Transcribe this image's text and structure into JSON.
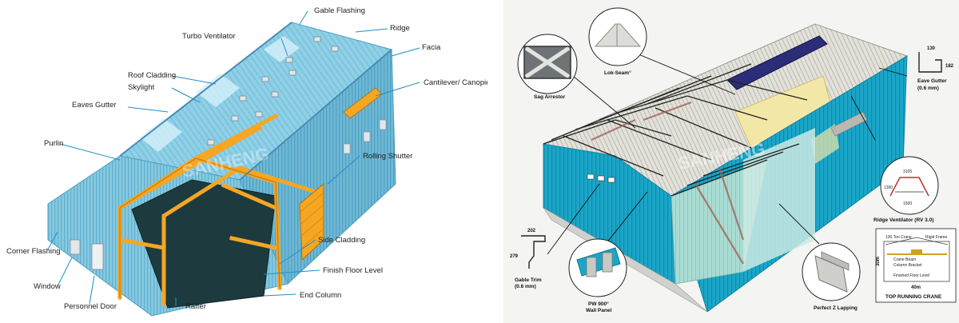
{
  "left_diagram": {
    "watermark": "SANHENG",
    "labels": {
      "gable_flashing": "Gable Flashing",
      "turbo_ventilator": "Turbo Ventilator",
      "ridge": "Ridge",
      "facia": "Facia",
      "roof_cladding": "Roof Cladding",
      "skylight": "Skylight",
      "cantilever_canopies": "Cantilever/ Canopies",
      "eaves_gutter": "Eaves Gutter",
      "purlin": "Purlin",
      "rolling_shutter": "Rolling Shutter",
      "corner_flashing": "Corner Flashing",
      "side_cladding": "Side Cladding",
      "finish_floor_level": "Finish Floor Level",
      "window": "Window",
      "end_column": "End Column",
      "personnel_door": "Personnel Door",
      "rafter": "Rafter"
    },
    "colors": {
      "cladding": "#7fc6df",
      "steel": "#f5a623",
      "callout": "#1f8fc8"
    }
  },
  "right_diagram": {
    "watermark": "SANHENG",
    "labels": {
      "sag_arrestor": "Sag Arrestor",
      "lok_seam": "Lok-Seam°",
      "eave_gutter": "Eave Gutter",
      "eave_gutter_thickness": "(0.6 mm)",
      "ridge_ventilator": "Ridge Ventilator (RV 3.0)",
      "gable_trim": "Gable Trim",
      "gable_trim_thickness": "(0.6 mm)",
      "pw_wall_panel_line1": "PW 900°",
      "pw_wall_panel_line2": "Wall Panel",
      "perfect_z_lapping": "Perfect Z Lapping",
      "top_running_crane": "TOP RUNNING CRANE"
    },
    "dimensions": {
      "eave_gutter_w": "130",
      "eave_gutter_h": "182",
      "gable_trim_w": "202",
      "gable_trim_h": "279",
      "ridge_vent_top": "3105",
      "ridge_vent_side": "1390",
      "ridge_vent_bottom": "1500",
      "crane_height": "30m",
      "crane_span": "40m"
    },
    "crane_labels": {
      "rigid_frame": "Rigid Frame",
      "ton_crane": "100 Ton Crane",
      "crane_beam": "Crane Beam",
      "column_bracket": "Column Bracket",
      "finished_floor": "Finished Floor Level"
    },
    "colors": {
      "wall_teal": "#1aa6c8",
      "roof_grey": "#d9d9d2",
      "insulation": "#f3e7a8"
    }
  }
}
